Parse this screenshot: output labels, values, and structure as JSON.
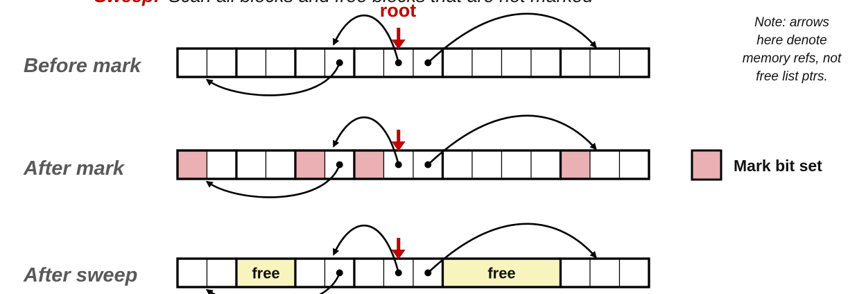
{
  "heading": {
    "emphasis": "Sweep:",
    "rest": "Scan all blocks and free blocks that are not marked"
  },
  "root_label": "root",
  "note_lines": [
    "Note: arrows",
    "here denote",
    "memory refs, not",
    "free list ptrs."
  ],
  "legend": {
    "label": "Mark bit set",
    "color": "#eab0b3"
  },
  "colors": {
    "mark": "#eab0b3",
    "free": "#f7f4be",
    "red": "#c00000",
    "label_gray": "#595959"
  },
  "rows": [
    {
      "label": "Before mark",
      "blocks": [
        {
          "words": 2,
          "state": "allocated",
          "marked": false,
          "text": ""
        },
        {
          "words": 2,
          "state": "allocated",
          "marked": false,
          "text": ""
        },
        {
          "words": 2,
          "state": "allocated",
          "marked": false,
          "text": ""
        },
        {
          "words": 3,
          "state": "allocated",
          "marked": false,
          "text": ""
        },
        {
          "words": 4,
          "state": "allocated",
          "marked": false,
          "text": ""
        },
        {
          "words": 3,
          "state": "allocated",
          "marked": false,
          "text": ""
        }
      ]
    },
    {
      "label": "After mark",
      "blocks": [
        {
          "words": 2,
          "state": "allocated",
          "marked": true,
          "text": ""
        },
        {
          "words": 2,
          "state": "allocated",
          "marked": false,
          "text": ""
        },
        {
          "words": 2,
          "state": "allocated",
          "marked": true,
          "text": ""
        },
        {
          "words": 3,
          "state": "allocated",
          "marked": true,
          "text": ""
        },
        {
          "words": 4,
          "state": "allocated",
          "marked": false,
          "text": ""
        },
        {
          "words": 3,
          "state": "allocated",
          "marked": true,
          "text": ""
        }
      ]
    },
    {
      "label": "After sweep",
      "blocks": [
        {
          "words": 2,
          "state": "allocated",
          "marked": false,
          "text": ""
        },
        {
          "words": 2,
          "state": "free",
          "marked": false,
          "text": "free"
        },
        {
          "words": 2,
          "state": "allocated",
          "marked": false,
          "text": ""
        },
        {
          "words": 3,
          "state": "allocated",
          "marked": false,
          "text": ""
        },
        {
          "words": 4,
          "state": "free",
          "marked": false,
          "text": "free"
        },
        {
          "words": 3,
          "state": "allocated",
          "marked": false,
          "text": ""
        }
      ]
    }
  ]
}
